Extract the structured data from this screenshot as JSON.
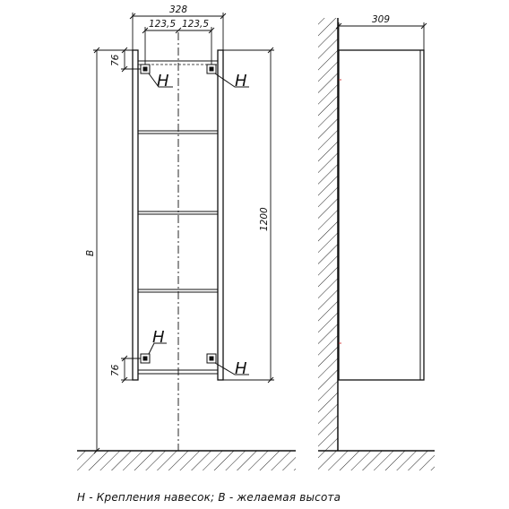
{
  "drawing": {
    "front_view": {
      "width_label": "328",
      "half_left_label": "123,5",
      "half_right_label": "123,5",
      "top_offset_label": "76",
      "bottom_offset_label": "76",
      "height_label": "1200",
      "mount_height_label": "B",
      "mount_markers": [
        "H",
        "H",
        "H",
        "H"
      ]
    },
    "side_view": {
      "depth_label": "309"
    },
    "legend": "H - Крепления навесок; B - желаемая высота"
  }
}
